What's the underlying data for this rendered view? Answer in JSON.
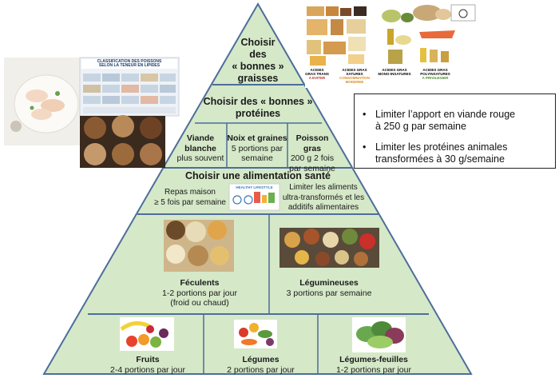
{
  "pyramid": {
    "tier_fats": {
      "l1": "Choisir",
      "l2": "des",
      "l3": "« bonnes »",
      "l4": "graisses"
    },
    "tier_proteins": {
      "l1": "Choisir des « bonnes »",
      "l2": "protéines"
    },
    "viande": {
      "l1": "Viande",
      "l2": "blanche",
      "l3": "plus souvent"
    },
    "noix": {
      "l1": "Noix et graines",
      "l2": "5 portions par",
      "l3": "semaine"
    },
    "poisson": {
      "l1": "Poisson gras",
      "l2": "200 g 2 fois",
      "l3": "par semaine"
    },
    "healthy": {
      "title": "Choisir une alimentation santé",
      "left_l1": "Repas maison",
      "left_l2": "≥ 5 fois par semaine",
      "right_l1": "Limiter les aliments",
      "right_l2": "ultra-transformés et les",
      "right_l3": "additifs alimentaires"
    },
    "feculents": {
      "name": "Féculents",
      "l1": "1-2 portions par jour",
      "l2": "(froid ou chaud)"
    },
    "legumineuses": {
      "name": "Légumineuses",
      "l1": "3 portions par semaine"
    },
    "fruits": {
      "name": "Fruits",
      "l1": "2-4 portions par jour"
    },
    "legumes": {
      "name": "Légumes",
      "l1": "2 portions par jour"
    },
    "feuilles": {
      "name": "Légumes-feuilles",
      "l1": "1-2 portions par jour"
    }
  },
  "callout": {
    "bullet": "•",
    "item1_l1": "Limiter l’apport en viande rouge",
    "item1_l2": "à 250 g par semaine",
    "item2_l1": "Limiter les protéines animales",
    "item2_l2": "transformées à 30 g/semaine"
  },
  "fats_chart": {
    "trans": "ACIDES GRAS TRANS",
    "trans_note": "A EVITER",
    "sat": "ACIDES GRAS SATURES",
    "sat_note": "CONSOMMATION MODEREE",
    "mono": "ACIDES GRAS MONO-INSATURES",
    "poly": "ACIDES GRAS POLYINSATURES",
    "poly_note": "A PRIVILEGIER"
  },
  "fish_poster": {
    "l1": "CLASSIFICATION DES POISSONS",
    "l2": "SELON LA TENEUR EN LIPIDES"
  },
  "healthy_badge": "HEALTHY LIFESTYLE",
  "colors": {
    "fill": "#d5e8c8",
    "stroke": "#4d6e9a",
    "note_red": "#c0312b",
    "note_orange": "#d98a1a",
    "note_green": "#4f8a2b"
  }
}
